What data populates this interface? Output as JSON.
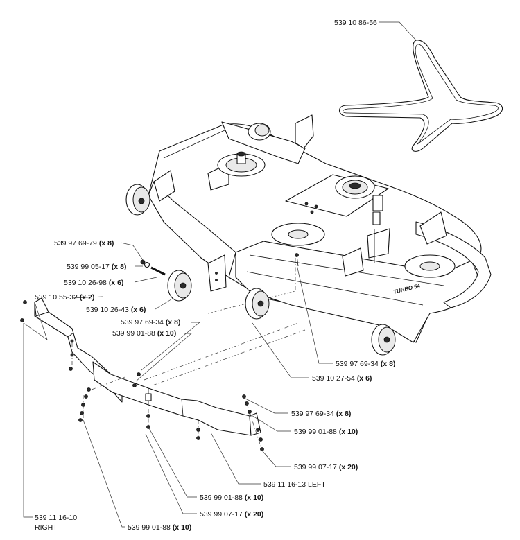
{
  "callouts": [
    {
      "part": "539 10 86-56",
      "qty": ""
    },
    {
      "part": "539 97 69-79",
      "qty": "(x 8)"
    },
    {
      "part": "539 99 05-17",
      "qty": "(x 8)"
    },
    {
      "part": "539 10 26-98",
      "qty": "(x 6)"
    },
    {
      "part": "539 10 55-32",
      "qty": "(x 2)"
    },
    {
      "part": "539 10 26-43",
      "qty": "(x 6)"
    },
    {
      "part": "539 97 69-34",
      "qty": "(x 8)"
    },
    {
      "part": "539 99 01-88",
      "qty": "(x 10)"
    },
    {
      "part": "539 97 69-34",
      "qty": "(x 8)"
    },
    {
      "part": "539 10 27-54",
      "qty": "(x 6)"
    },
    {
      "part": "539 97 69-34",
      "qty": "(x 8)"
    },
    {
      "part": "539 99 01-88",
      "qty": "(x 10)"
    },
    {
      "part": "539 99 07-17",
      "qty": "(x 20)"
    },
    {
      "part": "539 11 16-13 LEFT",
      "qty": ""
    },
    {
      "part": "539 99 01-88",
      "qty": "(x 10)"
    },
    {
      "part": "539 99 07-17",
      "qty": "(x 20)"
    },
    {
      "part": "539 11 16-10",
      "qty": "",
      "sub": "RIGHT"
    },
    {
      "part": "539 99 01-88",
      "qty": "(x 10)"
    }
  ],
  "deck_logo": "TURBO 54"
}
